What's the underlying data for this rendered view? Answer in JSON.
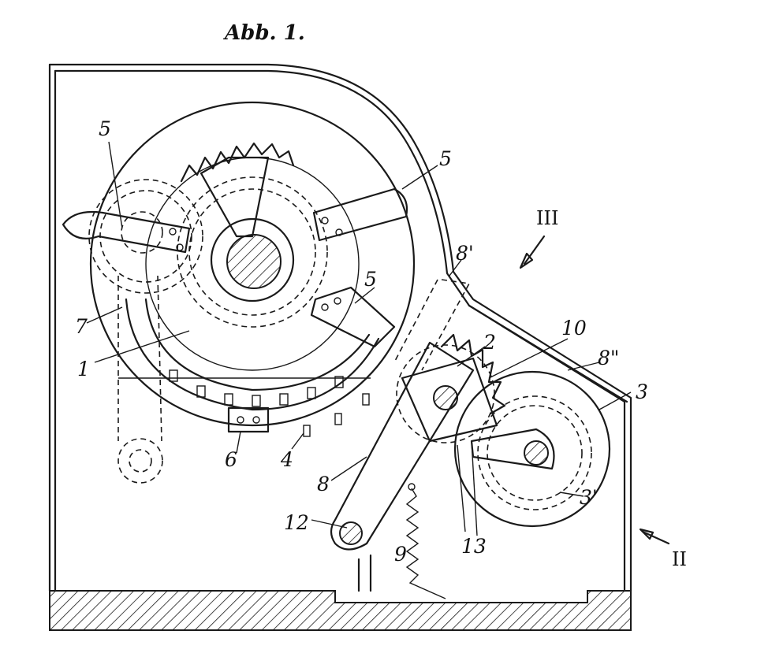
{
  "figure": {
    "title": "Abb. 1.",
    "labels": {
      "l1": "1",
      "l2": "2",
      "l3": "3",
      "l3p": "3'",
      "l4": "4",
      "l5a": "5",
      "l5b": "5",
      "l5c": "5",
      "l6": "6",
      "l7": "7",
      "l8": "8",
      "l8p": "8'",
      "l8pp": "8\"",
      "l9": "9",
      "l10": "10",
      "l12": "12",
      "l13": "13",
      "lII": "II",
      "lIII": "III"
    }
  }
}
